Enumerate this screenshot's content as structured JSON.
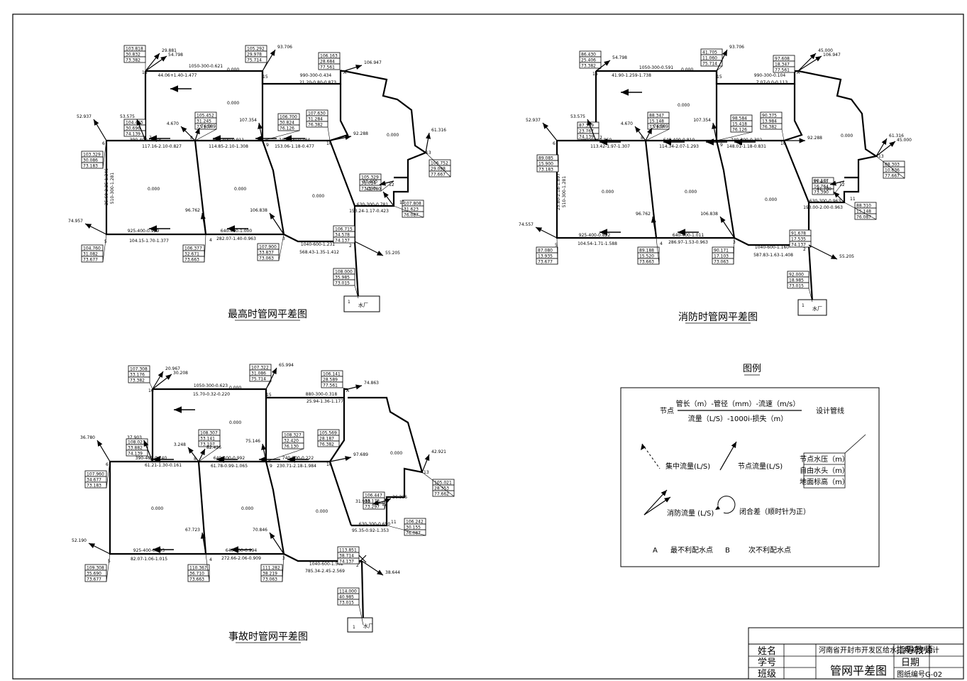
{
  "diagrams": [
    {
      "title": "最高时管网平差图",
      "plant_label": "水厂",
      "loop_closure": [
        "0.000",
        "0.000",
        "0.000",
        "0.000",
        "0.000",
        "0.000"
      ],
      "pipe_labels": [
        "1050-300-0.621",
        "44.06+1.40-1.477",
        "990-300-0.434",
        "21.20-0.80-0.873",
        "390-400-0.928",
        "117.16-2.10-0.827",
        "640-400-0.911",
        "114.85-2.10-1.308",
        "740-300-0.784",
        "153.06-1.18-0.477",
        "925-400-0.929",
        "104.15-1.70-1.377",
        "640-400-1.000",
        "282.07-1.40-0.963",
        "1040-600-1.231",
        "568.43-1.35-1.412",
        "630-300-0.781",
        "153.24-1.17-0.423",
        "510-300-1.281",
        "25.69-2.25-1.346"
      ],
      "nodes": [
        {
          "id": "16",
          "box": [
            "103.818",
            "30.832",
            "73.382"
          ],
          "flow": "29.881",
          "flow2": "54.798"
        },
        {
          "id": "15",
          "box": [
            "105.292",
            "29.978",
            "75.714"
          ],
          "flow": "93.706"
        },
        {
          "id": "A",
          "box": [
            "106.163",
            "28.684",
            "77.561"
          ],
          "flow": "106.947"
        },
        {
          "id": "7",
          "box": [
            "104.465",
            "30.696",
            "74.139"
          ],
          "flow": "53.575"
        },
        {
          "id": "8",
          "box": [
            "105.452",
            "31.245",
            "73.107"
          ],
          "flow": "4.670",
          "flow2": "74.589"
        },
        {
          "id": "9",
          "box": [
            "106.700",
            "30.824",
            "76.126"
          ],
          "flow": "107.354"
        },
        {
          "id": "10",
          "box": [
            "107.630",
            "31.284",
            "76.382"
          ],
          "flow": "92.288"
        },
        {
          "id": "13",
          "box": [
            "106.752",
            "29.098",
            "77.667"
          ],
          "flow": "61.316"
        },
        {
          "id": "12",
          "box": [
            "105.329",
            "31.014",
            "73.390"
          ],
          "flow": "33.400"
        },
        {
          "id": "11",
          "box": [
            "107.808",
            "31.623",
            "76.087"
          ],
          "flow": "41.780"
        },
        {
          "id": "6",
          "box": [
            "103.329",
            "30.086",
            "73.183"
          ],
          "flow": "52.937"
        },
        {
          "id": "5",
          "box": [
            "104.760",
            "31.082",
            "73.677"
          ],
          "flow": "74.957"
        },
        {
          "id": "4",
          "box": [
            "106.377",
            "32.671",
            "73.663"
          ],
          "flow": "96.762"
        },
        {
          "id": "3",
          "box": [
            "107.900",
            "33.837",
            "73.063"
          ],
          "flow": "106.838"
        },
        {
          "id": "2",
          "box": [
            "106.715",
            "34.578",
            "74.137"
          ],
          "flow": "55.205"
        },
        {
          "id": "1",
          "box": [
            "108.000",
            "35.985",
            "73.015"
          ]
        }
      ]
    },
    {
      "title": "消防时管网平差图",
      "plant_label": "水厂",
      "loop_closure": [
        "0.000",
        "0.000",
        "0.000",
        "0.000",
        "0.000",
        "0.000"
      ],
      "pipe_labels": [
        "1050-300-0.591",
        "41.90-1.259-1.738",
        "990-300-0.104",
        "7.07-0.0-0.113",
        "390-400-0.860",
        "113.42-1.97-1.307",
        "640-400-0.810",
        "114.34-2.07-1.293",
        "740-300-0.302",
        "148.01-1.18-0.831",
        "925-400-0.822",
        "104.54-1.71-1.588",
        "640-400-1.011",
        "286.97-1.53-0.963",
        "1040-600-1.160",
        "587.83-1.63-1.408",
        "630-300-0.963",
        "193.00-2.00-0.963",
        "510-300-1.281",
        "25.80-2.18-1.897"
      ],
      "nodes": [
        {
          "id": "16",
          "box": [
            "86.430",
            "25.406",
            "73.382"
          ],
          "flow": "54.798"
        },
        {
          "id": "15",
          "box": [
            "41.705",
            "11.060",
            "75.714"
          ],
          "flow": "93.706"
        },
        {
          "id": "A",
          "box": [
            "97.608",
            "18.347",
            "77.561"
          ],
          "flow": "45.000",
          "flow2": "106.947"
        },
        {
          "id": "7",
          "box": [
            "87.399",
            "23.767",
            "74.139"
          ],
          "flow": "53.575"
        },
        {
          "id": "8",
          "box": [
            "88.347",
            "15.148",
            "73.107"
          ],
          "flow": "4.670",
          "flow2": "74.589"
        },
        {
          "id": "9",
          "box": [
            "98.584",
            "15.418",
            "76.126"
          ],
          "flow": "107.354"
        },
        {
          "id": "10",
          "box": [
            "90.375",
            "13.984",
            "76.382"
          ],
          "flow": "92.288"
        },
        {
          "id": "13",
          "box": [
            "88.303",
            "10.636",
            "77.667"
          ],
          "flow": "61.316",
          "flow2": "45.000"
        },
        {
          "id": "12",
          "box": [
            "90.177",
            "16.764",
            "73.390"
          ],
          "flow": "33.400"
        },
        {
          "id": "11",
          "box": [
            "88.310",
            "15.148",
            "76.087"
          ],
          "flow": "41.780"
        },
        {
          "id": "6",
          "box": [
            "89.085",
            "15.900",
            "73.183"
          ],
          "flow": "52.937"
        },
        {
          "id": "5",
          "box": [
            "87.080",
            "13.935",
            "73.677"
          ],
          "flow": "74.557"
        },
        {
          "id": "4",
          "box": [
            "89.188",
            "15.520",
            "73.663"
          ],
          "flow": "96.762"
        },
        {
          "id": "3",
          "box": [
            "90.171",
            "17.103",
            "73.063"
          ],
          "flow": "106.838"
        },
        {
          "id": "2",
          "box": [
            "91.678",
            "17.535",
            "74.137"
          ],
          "flow": "55.205"
        },
        {
          "id": "1",
          "box": [
            "92.000",
            "18.985",
            "73.015"
          ]
        }
      ]
    },
    {
      "title": "事故时管网平差图",
      "plant_label": "水厂",
      "loop_closure": [
        "0.000",
        "0.000",
        "0.000",
        "0.000",
        "0.000",
        "0.000"
      ],
      "pipe_labels": [
        "1050-300-0.623",
        "15.70-0.32-0.220",
        "880-300-0.318",
        "25.94-1.36-1.177",
        "390-400-0.740",
        "61.21-1.30-0.161",
        "640-400-0.992",
        "61.78-0.99-1.065",
        "740-300-0.222",
        "230.71-2.18-1.984",
        "925-400-0.693",
        "82.07-1.06-1.015",
        "640-400-0.994",
        "272.66-2.06-0.909",
        "1040-600-1.562",
        "785.34-2.45-2.569",
        "630-300-0.650",
        "95.35-0.92-1.353"
      ],
      "nodes": [
        {
          "id": "16",
          "box": [
            "107.308",
            "33.176",
            "73.382"
          ],
          "flow": "20.967",
          "flow2": "30.208"
        },
        {
          "id": "15",
          "box": [
            "107.322",
            "31.086",
            "75.714"
          ],
          "flow": "65.994"
        },
        {
          "id": "A",
          "box": [
            "106.141",
            "28.589",
            "77.561"
          ],
          "flow": "74.863"
        },
        {
          "id": "7",
          "box": [
            "108.021",
            "33.882",
            "74.139"
          ],
          "flow": "37.903"
        },
        {
          "id": "8",
          "box": [
            "108.307",
            "33.141",
            "73.107"
          ],
          "flow": "3.248",
          "flow2": "82.426"
        },
        {
          "id": "9",
          "box": [
            "108.327",
            "32.420",
            "76.130"
          ],
          "flow": "75.146"
        },
        {
          "id": "10",
          "box": [
            "105.569",
            "28.187",
            "76.382"
          ],
          "flow": "97.689"
        },
        {
          "id": "13",
          "box": [
            "105.021",
            "28.353",
            "77.662"
          ],
          "flow": "42.921"
        },
        {
          "id": "12",
          "box": [
            "106.447",
            "33.178",
            "73.297"
          ],
          "flow": "31.988",
          "flow2": "36.336"
        },
        {
          "id": "11",
          "box": [
            "106.242",
            "30.155",
            "76.087"
          ]
        },
        {
          "id": "6",
          "box": [
            "107.960",
            "34.677",
            "73.183"
          ],
          "flow": "36.780"
        },
        {
          "id": "5",
          "box": [
            "109.308",
            "35.690",
            "73.677"
          ],
          "flow": "52.190"
        },
        {
          "id": "4",
          "box": [
            "110.367",
            "36.710",
            "73.663"
          ],
          "flow": "67.723"
        },
        {
          "id": "3",
          "box": [
            "111.282",
            "38.219",
            "73.063"
          ],
          "flow": "70.846"
        },
        {
          "id": "2",
          "box": [
            "113.851",
            "38.714",
            "74.137"
          ],
          "flow": "38.644"
        },
        {
          "id": "1",
          "box": [
            "114.000",
            "40.985",
            "73.015"
          ]
        }
      ]
    }
  ],
  "legend": {
    "title": "图例",
    "node_label": "节点",
    "top_line": "管长（m）-管径（mm）-流速（m/s）",
    "bottom_line": "流量（L/S）-1000i-损失（m）",
    "design_pipe": "设计管线",
    "concentrated_flow": "集中流量(L/S)",
    "node_flow": "节点流量(L/S)",
    "fire_flow": "消防流量 (L/S)",
    "closure": "闭合差（顺时针为正）",
    "node_box": [
      "节点水压（m）",
      "自由水头（m）",
      "地面标高（m）"
    ],
    "worst_a_symbol": "A",
    "worst_a": "最不利配水点",
    "worst_b_symbol": "B",
    "worst_b": "次不利配水点"
  },
  "title_block": {
    "name_label": "姓名",
    "id_label": "学号",
    "class_label": "班级",
    "project": "河南省开封市开发区给水工程初步设计",
    "drawing_title": "管网平差图",
    "advisor_label": "指导教师",
    "date_label": "日期",
    "drawing_no": "图纸编号G-02"
  }
}
